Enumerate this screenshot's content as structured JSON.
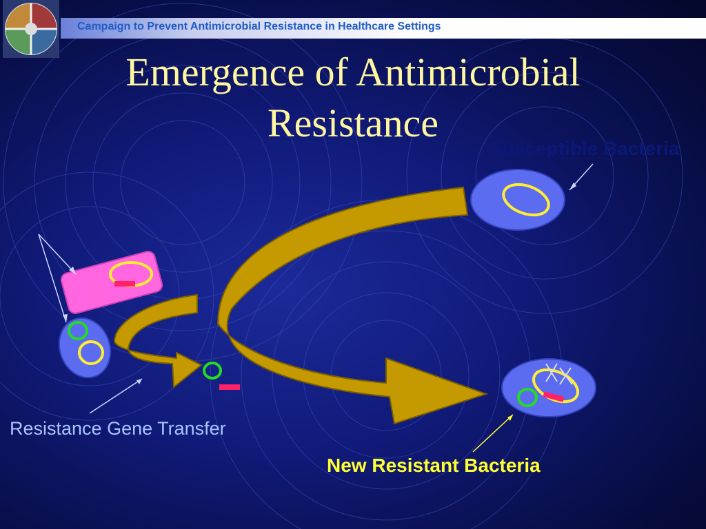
{
  "header": {
    "banner_text": "Campaign to Prevent Antimicrobial Resistance in Healthcare Settings"
  },
  "title": {
    "line1": "Emergence of Antimicrobial",
    "line2": "Resistance"
  },
  "labels": {
    "susceptible_bacteria": "Susceptible Bacteria",
    "resistance_gene_transfer": "Resistance Gene Transfer",
    "new_resistant_bacteria": "New Resistant Bacteria"
  },
  "colors": {
    "title": "#fff7a0",
    "arrow": "#c49a00",
    "bacteria_blue": "#5b6cf0",
    "donor_pink": "#ff66e0",
    "plasmid_yellow": "#ffee33",
    "plasmid_green": "#22dd22",
    "gene_red": "#ff2266",
    "label_light_blue": "#a9c3ff",
    "label_yellow": "#ffff33"
  },
  "icons": {
    "logo": "campaign-logo-icon"
  }
}
